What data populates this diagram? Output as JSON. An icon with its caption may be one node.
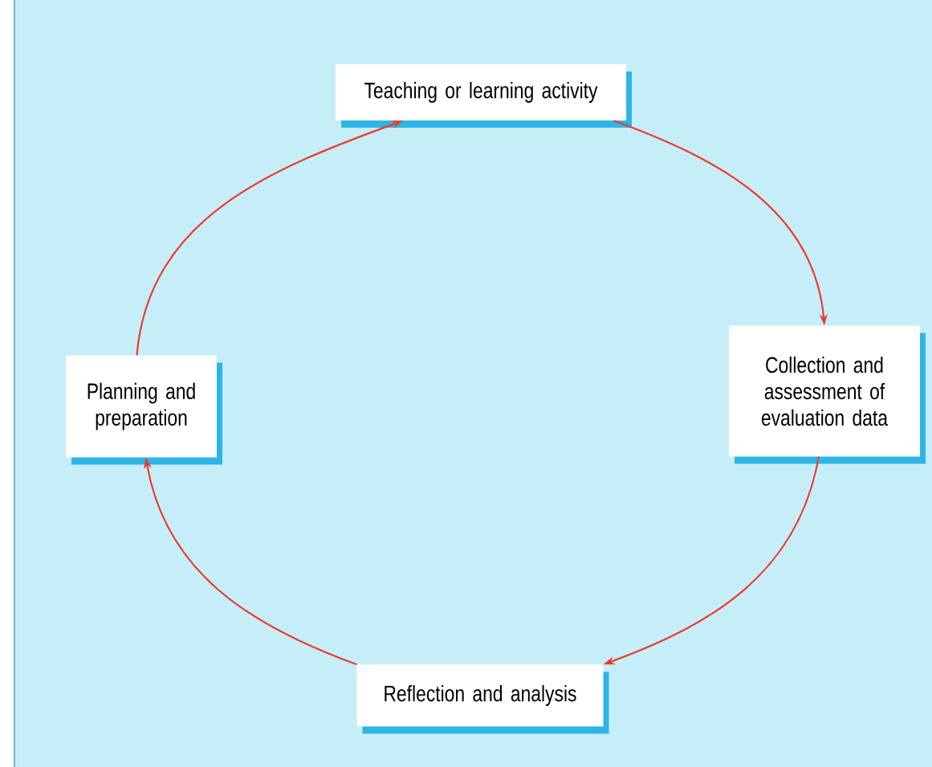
{
  "diagram": {
    "nodes": [
      {
        "text": [
          "Teaching or learning activity"
        ]
      },
      {
        "text": [
          "Collection and assessment of evaluation data"
        ]
      },
      {
        "text": [
          "Reflection and analysis"
        ]
      },
      {
        "text": [
          "Planning and preparation"
        ]
      }
    ],
    "edges": [
      {
        "from": 0,
        "to": 1,
        "arrow": "to"
      },
      {
        "from": 1,
        "to": 2,
        "arrow": "to"
      },
      {
        "from": 2,
        "to": 3,
        "arrow": "to"
      },
      {
        "from": 3,
        "to": 0,
        "arrow": "to"
      }
    ]
  }
}
